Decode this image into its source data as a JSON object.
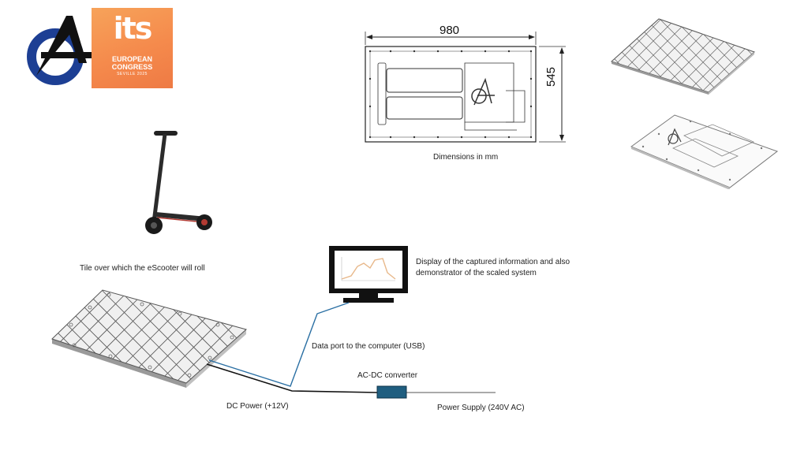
{
  "logos": {
    "its_mark": "its",
    "its_line1": "EUROPEAN",
    "its_line2": "CONGRESS",
    "its_line3": "SEVILLE 2025"
  },
  "drawing": {
    "width_value": "980",
    "height_value": "545",
    "caption": "Dimensions in mm"
  },
  "labels": {
    "tile": "Tile over which the eScooter will roll",
    "display_line1": "Display of the captured information and also",
    "display_line2": "demonstrator of the scaled system",
    "data_port": "Data port to the computer (USB)",
    "ac_dc": "AC-DC converter",
    "dc_power": "DC Power (+12V)",
    "power_supply": "Power Supply (240V AC)"
  },
  "colors": {
    "usb_cable": "#2a6fa3",
    "converter": "#1f5e80",
    "logo_blue": "#1d3f94",
    "its_orange": "#f58a4c"
  }
}
